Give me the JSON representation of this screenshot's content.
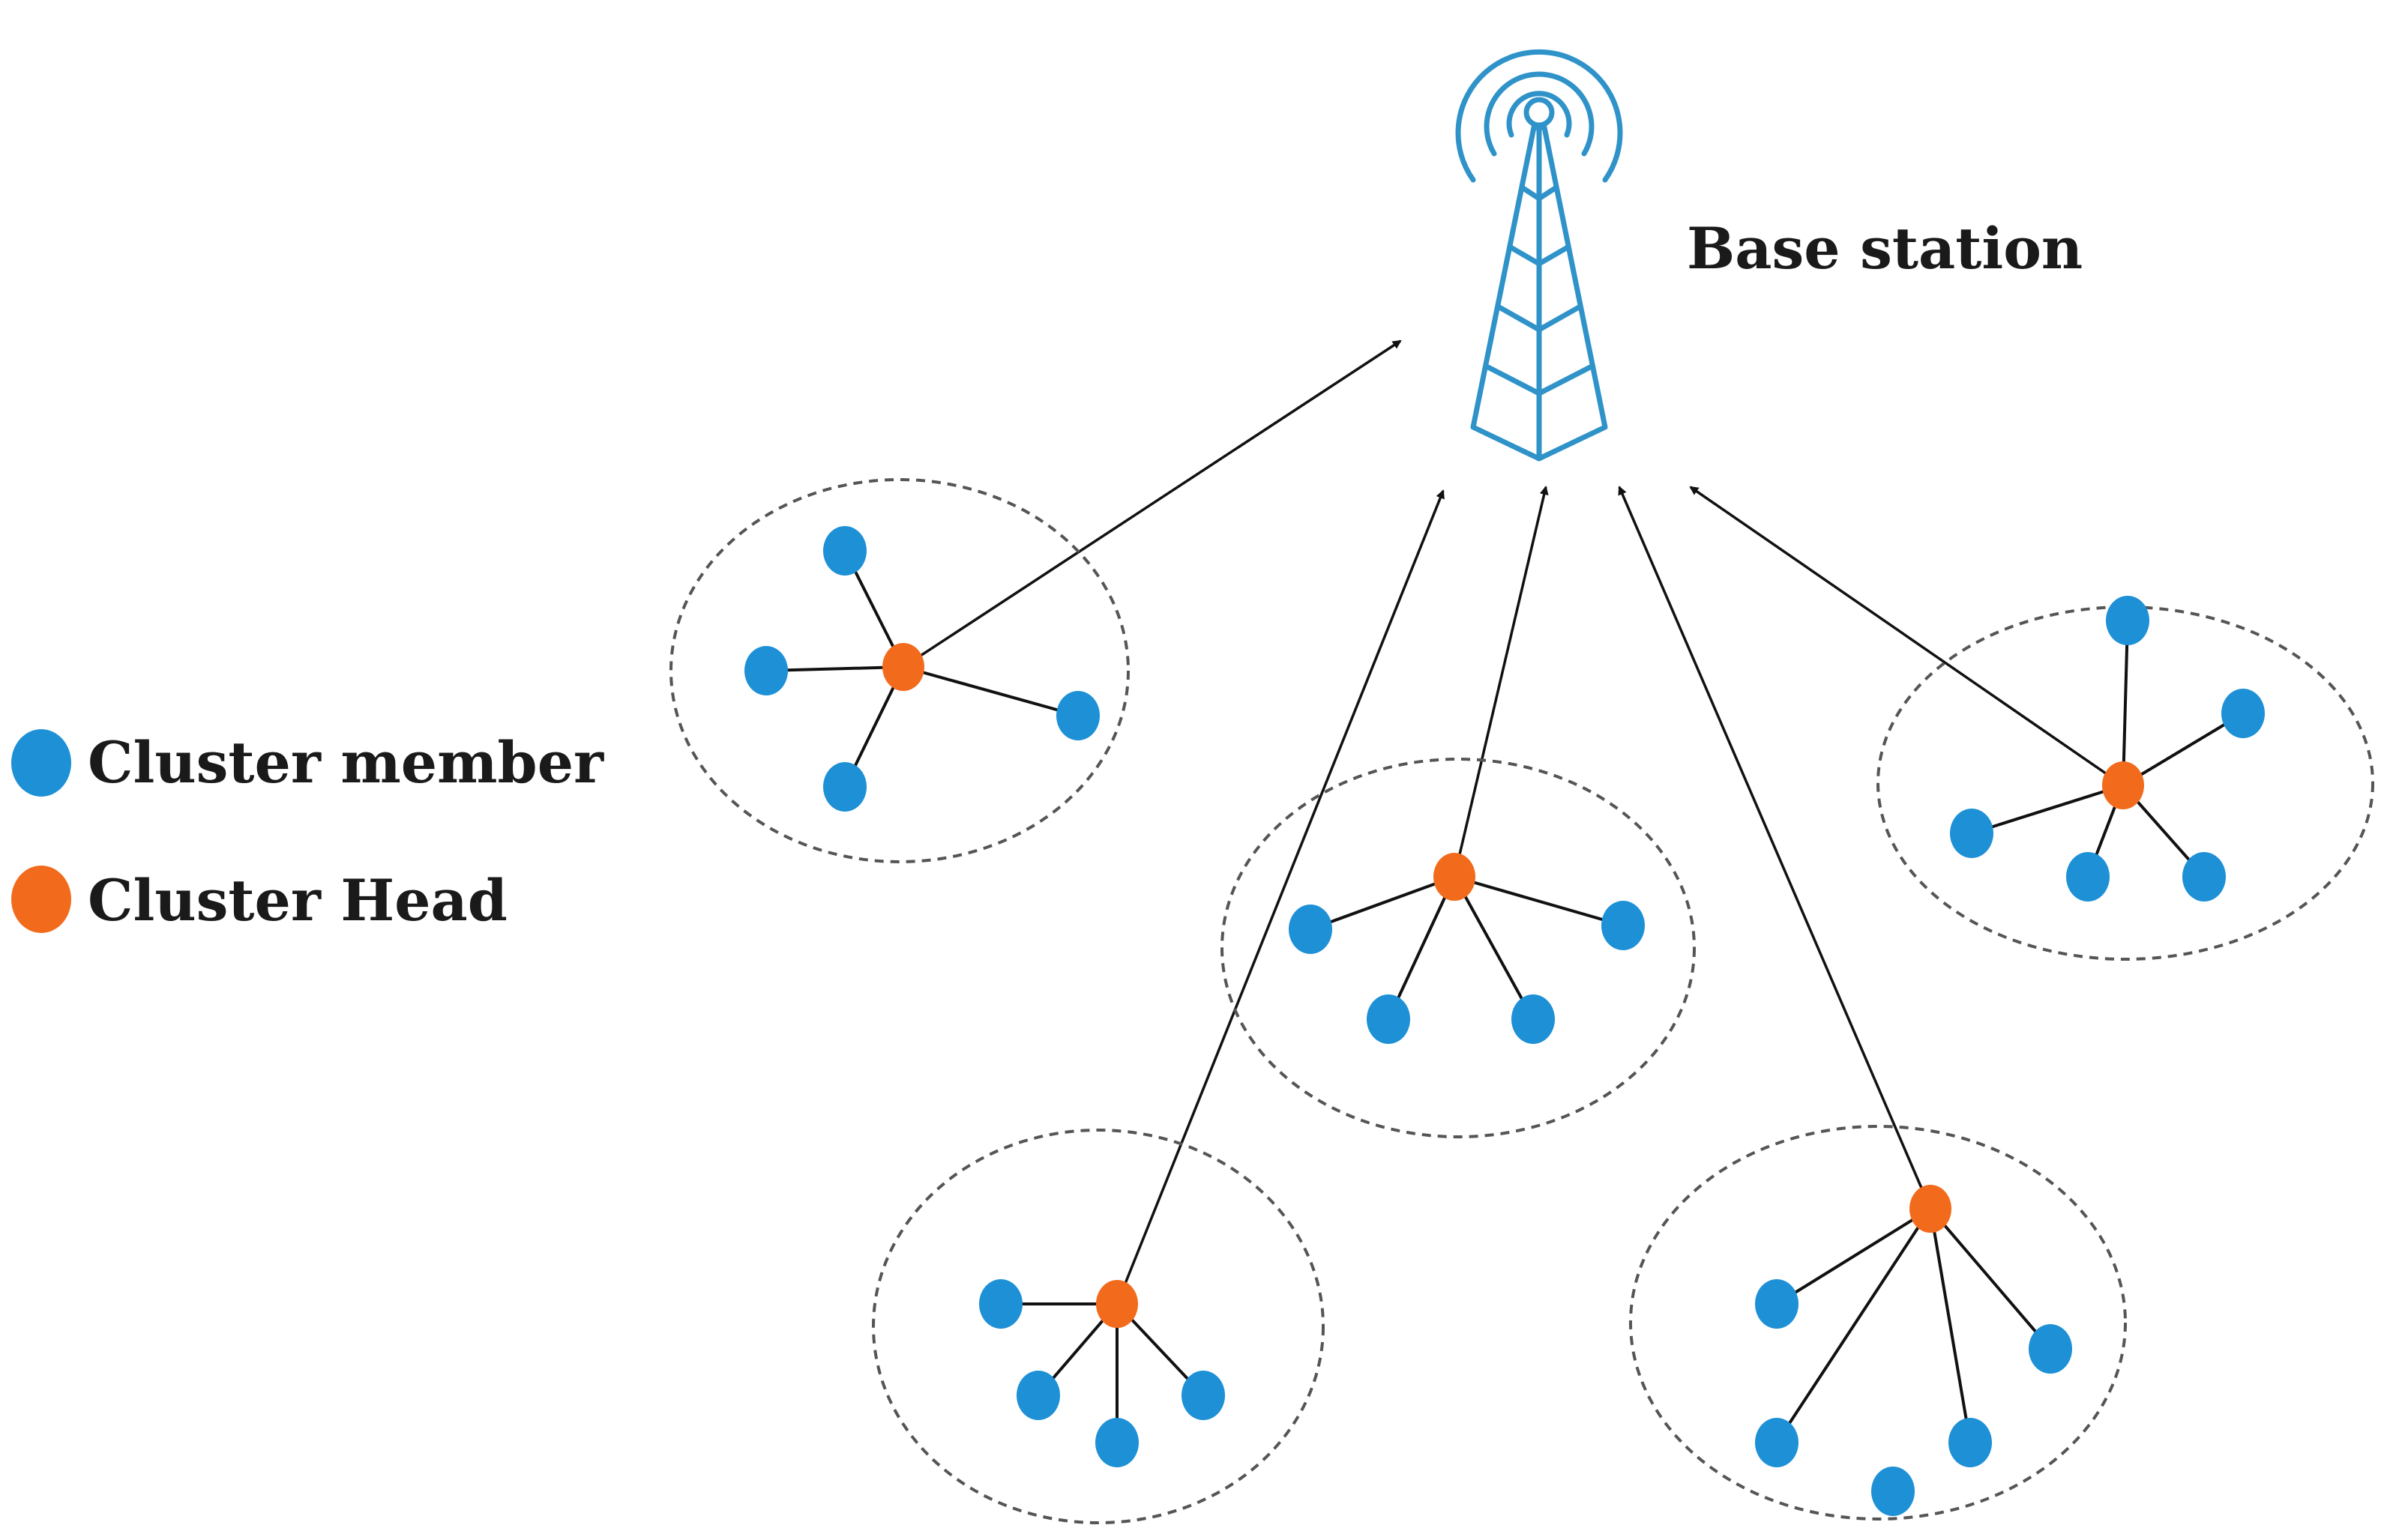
{
  "base_station": {
    "label": "Base station",
    "icon": "antenna-tower-icon"
  },
  "legend": {
    "member_label": "Cluster member",
    "head_label": "Cluster Head"
  },
  "colors": {
    "member": "#1e90d6",
    "head": "#f26b1d",
    "tower": "#2f93c9",
    "ring": "#555555",
    "link": "#111111"
  },
  "clusters": [
    {
      "id": "top-left",
      "members": 4,
      "uplink": "to-base-station"
    },
    {
      "id": "middle",
      "members": 4,
      "uplink": "to-base-station"
    },
    {
      "id": "right",
      "members": 5,
      "uplink": "to-base-station"
    },
    {
      "id": "bottom-left",
      "members": 4,
      "uplink": "to-base-station"
    },
    {
      "id": "bottom-right",
      "members": 5,
      "uplink": "to-base-station"
    }
  ]
}
